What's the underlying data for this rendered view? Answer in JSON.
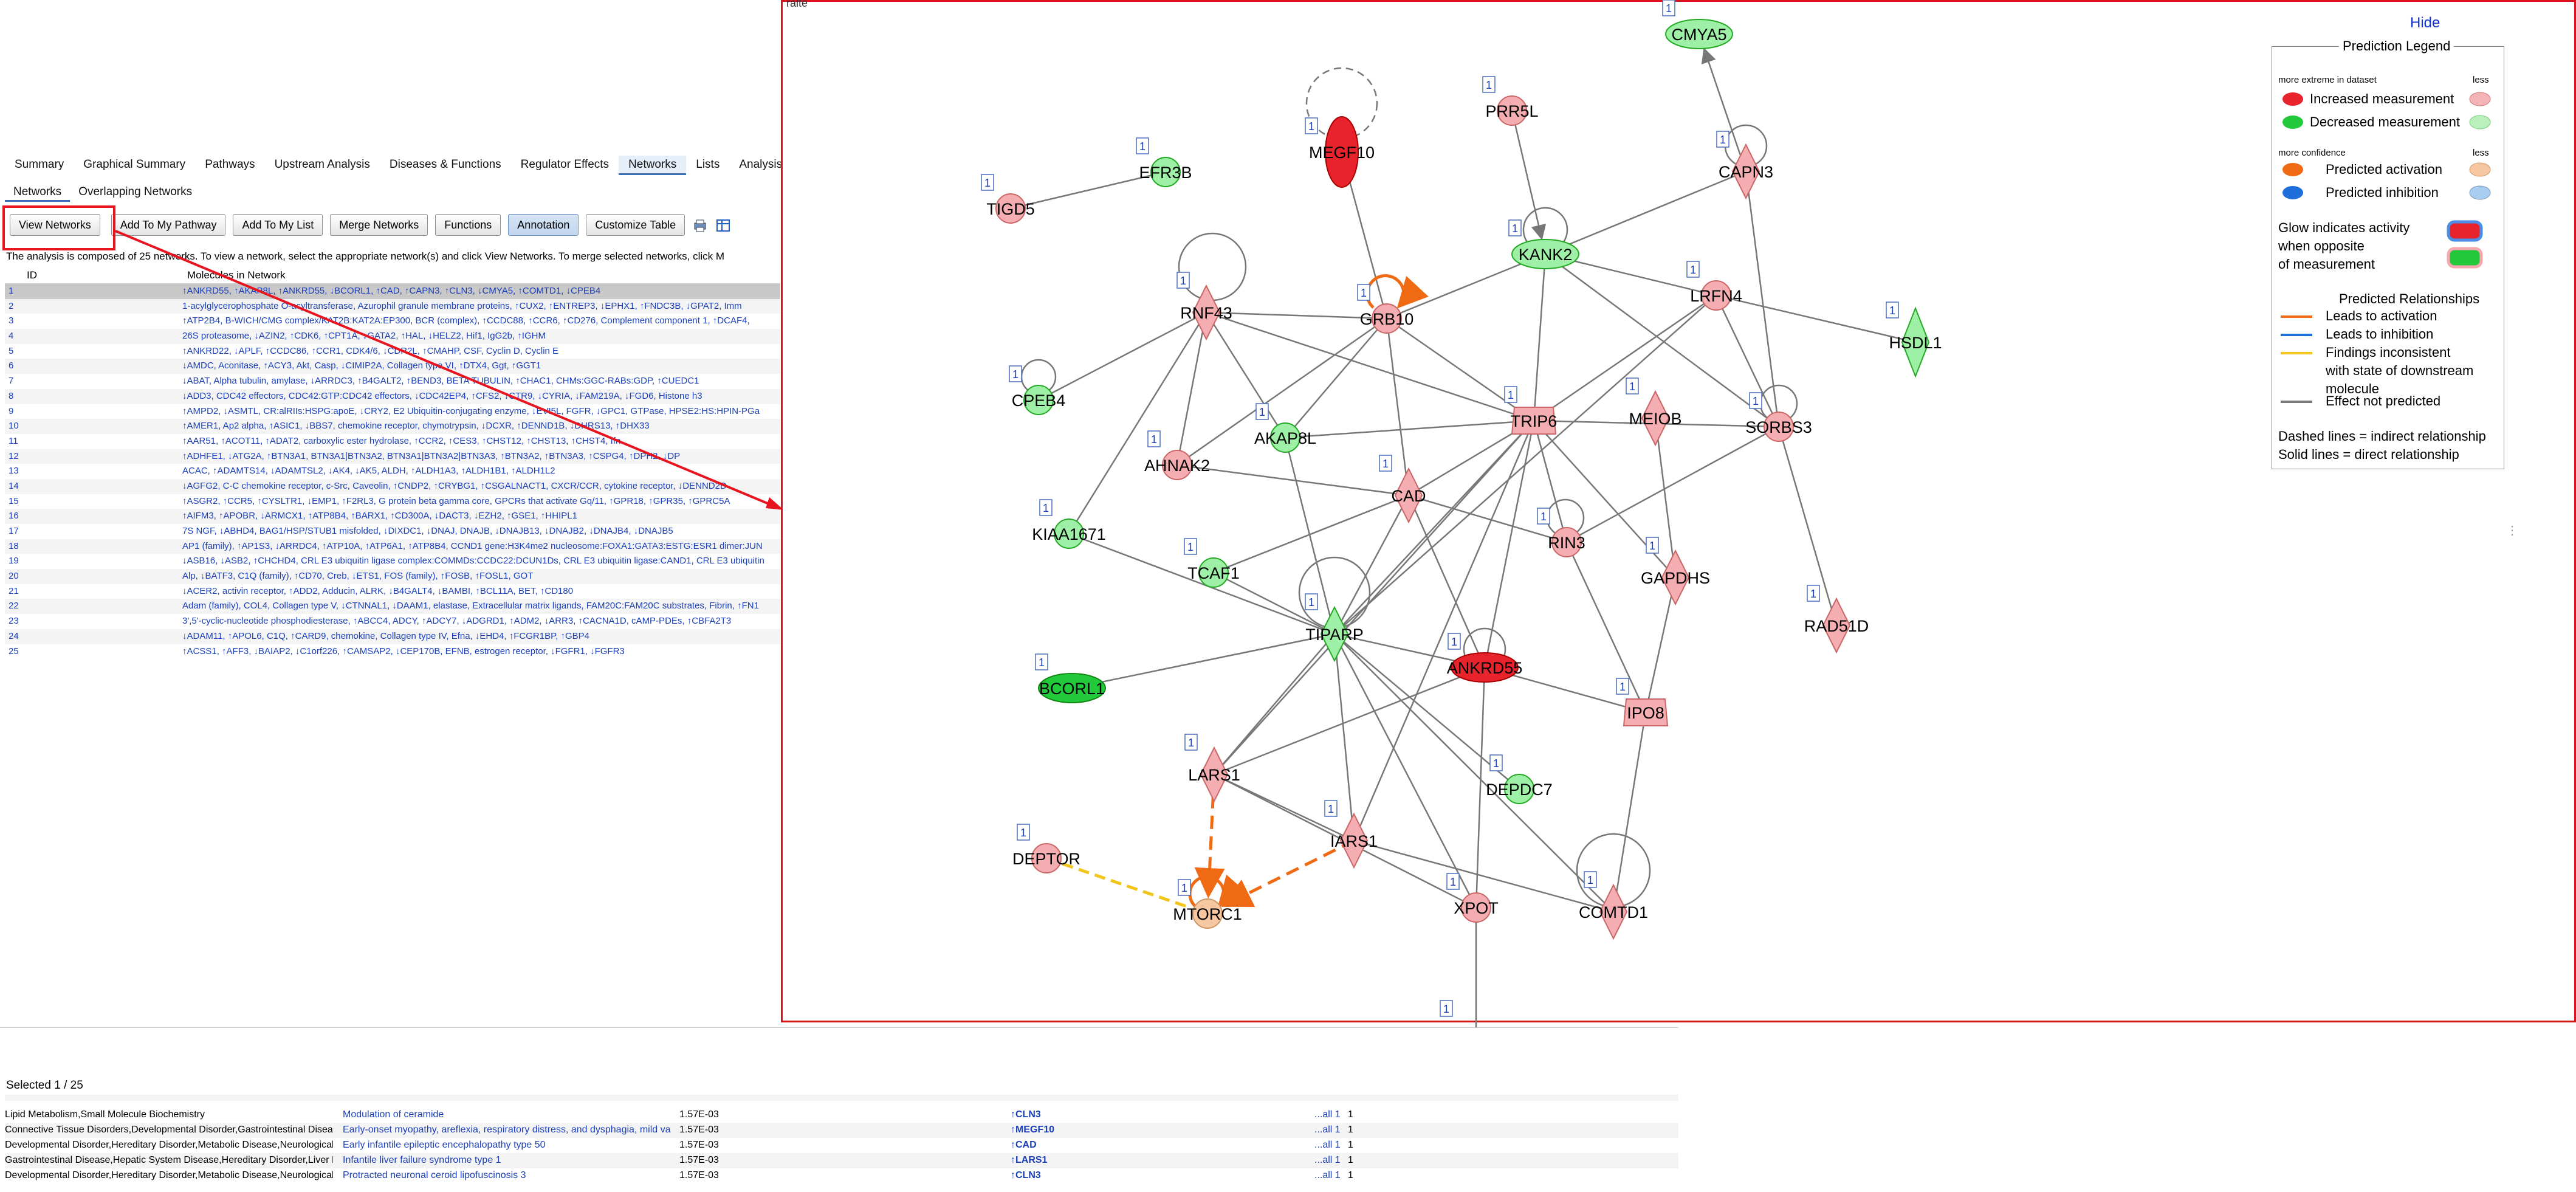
{
  "tabs": [
    "Summary",
    "Graphical Summary",
    "Pathways",
    "Upstream Analysis",
    "Diseases & Functions",
    "Regulator Effects",
    "Networks",
    "Lists",
    "Analysis Match"
  ],
  "active_tab": "Networks",
  "subtabs": [
    "Networks",
    "Overlapping Networks"
  ],
  "toolbar": {
    "view_networks": "View Networks",
    "add_to_pathway": "Add To My Pathway",
    "add_to_list": "Add To My List",
    "merge_networks": "Merge Networks",
    "functions": "Functions",
    "annotation": "Annotation",
    "customize_table": "Customize Table"
  },
  "info_text": "The analysis is composed of 25 networks. To view a network, select the appropriate network(s) and click View Networks. To merge selected networks, click M",
  "table_headers": {
    "id": "ID",
    "molecules": "Molecules in Network"
  },
  "network_rows": [
    {
      "id": "1",
      "mol": "↑ANKRD55, ↑AKAP8L, ↑ANKRD55, ↓BCORL1, ↑CAD, ↑CAPN3, ↑CLN3, ↓CMYA5, ↑COMTD1, ↓CPEB4"
    },
    {
      "id": "2",
      "mol": "1-acylglycerophosphate O-acyltransferase, Azurophil granule membrane proteins, ↑CUX2, ↑ENTREP3, ↓EPHX1, ↑FNDC3B, ↓GPAT2, Imm"
    },
    {
      "id": "3",
      "mol": "↑ATP2B4, B-WICH/CMG complex/KAT2B:KAT2A:EP300, BCR (complex), ↑CCDC88, ↑CCR6, ↑CD276, Complement component 1, ↑DCAF4,"
    },
    {
      "id": "4",
      "mol": "26S proteasome, ↓AZIN2, ↑CDK6, ↑CPT1A, ↓GATA2, ↑HAL, ↓HELZ2, Hif1, IgG2b, ↑IGHM"
    },
    {
      "id": "5",
      "mol": "↑ANKRD22, ↓APLF, ↑CCDC86, ↑CCR1, CDK4/6, ↓CDR2L, ↑CMAHP, CSF, Cyclin D, Cyclin E"
    },
    {
      "id": "6",
      "mol": "↓AMDC, Aconitase, ↑ACY3, Akt, Casp, ↓CIMIP2A, Collagen type VI, ↑DTX4, Ggt, ↑GGT1"
    },
    {
      "id": "7",
      "mol": "↓ABAT, Alpha tubulin, amylase, ↓ARRDC3, ↑B4GALT2, ↑BEND3, BETA TUBULIN, ↑CHAC1, CHMs:GGC-RABs:GDP, ↑CUEDC1"
    },
    {
      "id": "8",
      "mol": "↓ADD3, CDC42 effectors, CDC42:GTP:CDC42 effectors, ↓CDC42EP4, ↑CFS2, ↓CTR9, ↓CYRIA, ↓FAM219A, ↓FGD6, Histone h3"
    },
    {
      "id": "9",
      "mol": "↑AMPD2, ↓ASMTL, CR:alRIIs:HSPG:apoE, ↓CRY2, E2 Ubiquitin-conjugating enzyme, ↓EVI5L, FGFR, ↓GPC1, GTPase, HPSE2:HS:HPIN-PGa"
    },
    {
      "id": "10",
      "mol": "↑AMER1, Ap2 alpha, ↑ASIC1, ↓BBS7, chemokine receptor, chymotrypsin, ↓DCXR, ↑DENND1B, ↓DHRS13, ↑DHX33"
    },
    {
      "id": "11",
      "mol": "↑AAR51, ↑ACOT11, ↑ADAT2, carboxylic ester hydrolase, ↑CCR2, ↑CES3, ↑CHST12, ↑CHST13, ↑CHST4, Ifn"
    },
    {
      "id": "12",
      "mol": "↑ADHFE1, ↓ATG2A, ↑BTN3A1, BTN3A1|BTN3A2, BTN3A1|BTN3A2|BTN3A3, ↑BTN3A2, ↑BTN3A3, ↑CSPG4, ↑DPH2, ↓DP"
    },
    {
      "id": "13",
      "mol": "ACAC, ↑ADAMTS14, ↓ADAMTSL2, ↓AK4, ↓AK5, ALDH, ↑ALDH1A3, ↑ALDH1B1, ↑ALDH1L2"
    },
    {
      "id": "14",
      "mol": "↓AGFG2, C-C chemokine receptor, c-Src, Caveolin, ↑CNDP2, ↑CRYBG1, ↑CSGALNACT1, CXCR/CCR, cytokine receptor, ↓DENND2D"
    },
    {
      "id": "15",
      "mol": "↑ASGR2, ↑CCR5, ↑CYSLTR1, ↓EMP1, ↑F2RL3, G protein beta gamma core, GPCRs that activate Gq/11, ↑GPR18, ↑GPR35, ↑GPRC5A"
    },
    {
      "id": "16",
      "mol": "↑AIFM3, ↑APOBR, ↓ARMCX1, ↑ATP8B4, ↑BARX1, ↑CD300A, ↓DACT3, ↓EZH2, ↑GSE1, ↑HHIPL1"
    },
    {
      "id": "17",
      "mol": "7S NGF, ↓ABHD4, BAG1/HSP/STUB1 misfolded, ↓DIXDC1, ↓DNAJ, DNAJB, ↓DNAJB13, ↓DNAJB2, ↓DNAJB4, ↓DNAJB5"
    },
    {
      "id": "18",
      "mol": "AP1 (family), ↑AP1S3, ↓ARRDC4, ↑ATP10A, ↑ATP6A1, ↑ATP8B4, CCND1 gene:H3K4me2 nucleosome:FOXA1:GATA3:ESTG:ESR1 dimer:JUN"
    },
    {
      "id": "19",
      "mol": "↓ASB16, ↓ASB2, ↑CHCHD4, CRL E3 ubiquitin ligase complex:COMMDs:CCDC22:DCUN1Ds, CRL E3 ubiquitin ligase:CAND1, CRL E3 ubiquitin"
    },
    {
      "id": "20",
      "mol": "Alp, ↓BATF3, C1Q (family), ↑CD70, Creb, ↓ETS1, FOS (family), ↑FOSB, ↑FOSL1, GOT"
    },
    {
      "id": "21",
      "mol": "↓ACER2, activin receptor, ↑ADD2, Adducin, ALRK, ↓B4GALT4, ↓BAMBI, ↑BCL11A, BET, ↑CD180"
    },
    {
      "id": "22",
      "mol": "Adam (family), COL4, Collagen type V, ↓CTNNAL1, ↓DAAM1, elastase, Extracellular matrix ligands, FAM20C:FAM20C substrates, Fibrin, ↑FN1"
    },
    {
      "id": "23",
      "mol": "3',5'-cyclic-nucleotide phosphodiesterase, ↑ABCC4, ADCY, ↑ADCY7, ↓ADGRD1, ↑ADM2, ↓ARR3, ↑CACNA1D, cAMP-PDEs, ↑CBFA2T3"
    },
    {
      "id": "24",
      "mol": "↓ADAM11, ↑APOL6, C1Q, ↑CARD9, chemokine, Collagen type IV, Efna, ↓EHD4, ↑FCGR1BP, ↑GBP4"
    },
    {
      "id": "25",
      "mol": "↑ACSS1, ↑AFF3, ↓BAIAP2, ↓C1orf226, ↑CAMSAP2, ↓CEP170B, EFNB, estrogen receptor, ↓FGFR1, ↓FGFR3"
    }
  ],
  "graph_title": "ralte",
  "hide_label": "Hide",
  "legend": {
    "title": "Prediction Legend",
    "more_extreme": "more extreme in dataset",
    "less": "less",
    "increased": "Increased measurement",
    "decreased": "Decreased measurement",
    "more_confidence": "more confidence",
    "pred_activation": "Predicted activation",
    "pred_inhibition": "Predicted inhibition",
    "glow1": "Glow indicates activity",
    "glow2": "when opposite",
    "glow3": "of measurement",
    "rel_title": "Predicted Relationships",
    "leads_activation": "Leads to activation",
    "leads_inhibition": "Leads to inhibition",
    "findings1": "Findings inconsistent",
    "findings2": "with state of downstream",
    "findings3": "molecule",
    "not_predicted": "Effect not predicted",
    "dashed": "Dashed lines = indirect relationship",
    "solid": "Solid lines = direct relationship",
    "colors": {
      "increased": "#e8232c",
      "increased_less": "#f4b3b6",
      "decreased": "#22c93a",
      "decreased_less": "#b9f0bd",
      "activation": "#f06a14",
      "activation_less": "#f7c7a2",
      "inhibition": "#1f6fdb",
      "inhibition_less": "#a9cdf2",
      "inconsistent": "#f2c51a",
      "not_predicted": "#777777"
    }
  },
  "nodes": [
    "CMYA5",
    "PRR5L",
    "MEGF10",
    "EFR3B",
    "TIGD5",
    "CAPN3",
    "KANK2",
    "RNF43",
    "GRB10",
    "LRFN4",
    "HSDL1",
    "CPEB4",
    "AKAP8L",
    "TRIP6",
    "MEIOB",
    "SORBS3",
    "AHNAK2",
    "CAD",
    "KIAA1671",
    "RIN3",
    "GAPDHS",
    "TCAF1",
    "TIPARP",
    "RAD51D",
    "BCORL1",
    "ANKRD55",
    "IPO8",
    "LARS1",
    "DEPDC7",
    "IARS1",
    "DEPTOR",
    "MTORC1",
    "XPOT",
    "COMTD1"
  ],
  "badge": "1",
  "selected_text": "Selected 1 / 25",
  "bottom_rows": [
    {
      "cat": "Lipid Metabolism,Small Molecule Biochemistry",
      "fn": "Modulation of ceramide",
      "p": "1.57E-03",
      "mol": "↑CLN3",
      "all": "...all 1",
      "n": "1"
    },
    {
      "cat": "Connective Tissue Disorders,Developmental Disorder,Gastrointestinal Disease...",
      "fn": "Early-onset myopathy, areflexia, respiratory distress, and dysphagia, mild varia",
      "p": "1.57E-03",
      "mol": "↑MEGF10",
      "all": "...all 1",
      "n": "1"
    },
    {
      "cat": "Developmental Disorder,Hereditary Disorder,Metabolic Disease,Neurological ...",
      "fn": "Early infantile epileptic encephalopathy type 50",
      "p": "1.57E-03",
      "mol": "↑CAD",
      "all": "...all 1",
      "n": "1"
    },
    {
      "cat": "Gastrointestinal Disease,Hepatic System Disease,Hereditary Disorder,Liver F...",
      "fn": "Infantile liver failure syndrome type 1",
      "p": "1.57E-03",
      "mol": "↑LARS1",
      "all": "...all 1",
      "n": "1"
    },
    {
      "cat": "Developmental Disorder,Hereditary Disorder,Metabolic Disease,Neurological ...",
      "fn": "Protracted neuronal ceroid lipofuscinosis 3",
      "p": "1.57E-03",
      "mol": "↑CLN3",
      "all": "...all 1",
      "n": "1"
    }
  ]
}
